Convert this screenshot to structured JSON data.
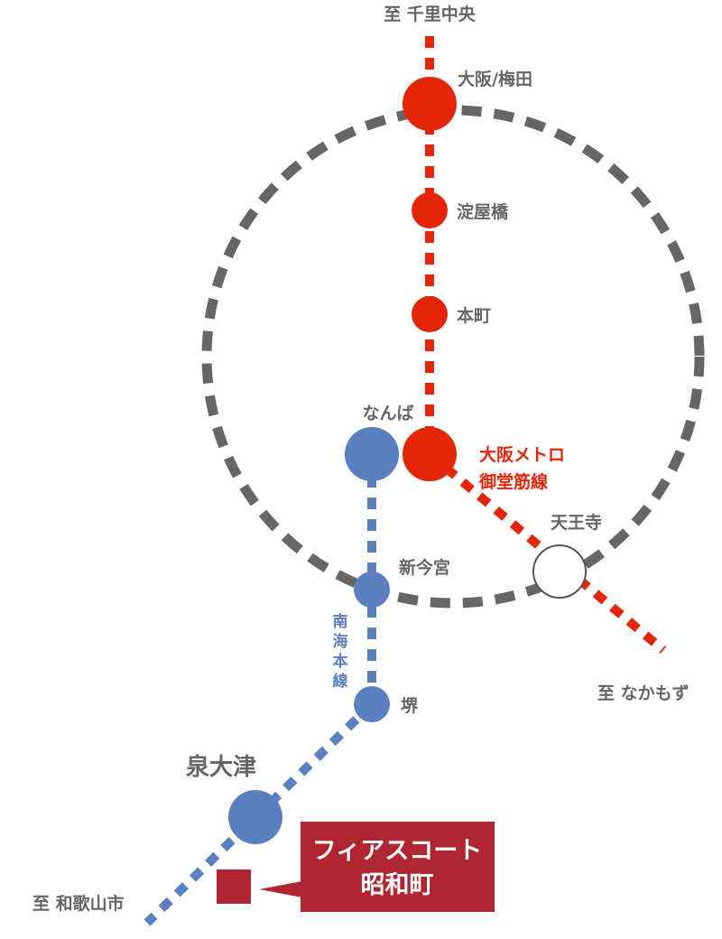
{
  "colors": {
    "midosuji": "#e3260a",
    "nankai": "#5b80c1",
    "loop": "#666666",
    "property": "#b0252f"
  },
  "directions": {
    "north": "至 千里中央",
    "southeast": "至 なかもず",
    "southwest": "至 和歌山市"
  },
  "stations": {
    "umeda": "大阪/梅田",
    "yodoyabashi": "淀屋橋",
    "honmachi": "本町",
    "namba": "なんば",
    "shinimamiya": "新今宮",
    "tennoji": "天王寺",
    "sakai": "堺",
    "izumiotsu": "泉大津"
  },
  "lines": {
    "midosuji_1": "大阪メトロ",
    "midosuji_2": "御堂筋線",
    "nankai_chars": [
      "南",
      "海",
      "本",
      "線"
    ]
  },
  "property": {
    "name_line1": "フィアスコート",
    "name_line2": "昭和町"
  }
}
